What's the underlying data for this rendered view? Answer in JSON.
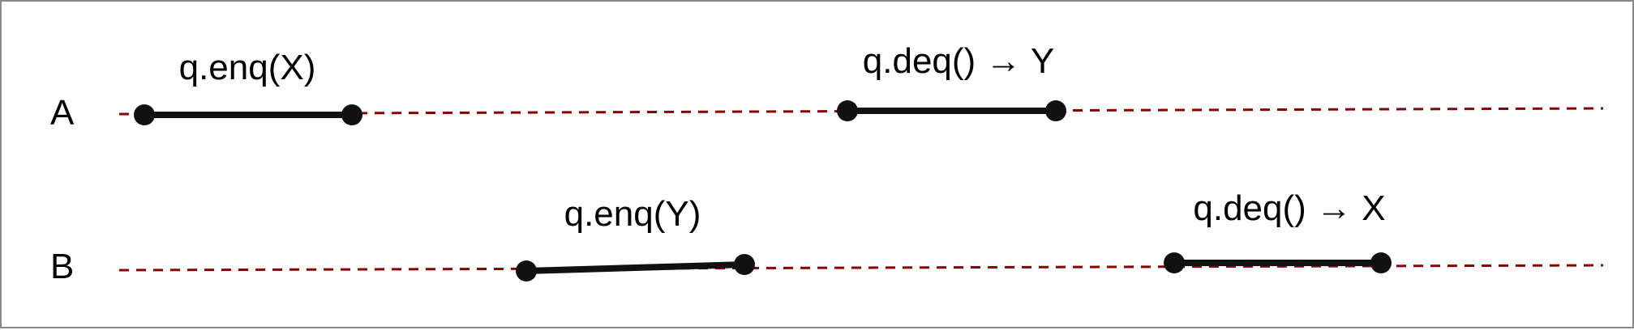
{
  "colors": {
    "timeline": "#8b0000",
    "interval": "#111111",
    "text": "#000000",
    "border": "#8a8a8a"
  },
  "threads": [
    {
      "label": "A",
      "operations": [
        {
          "label": "q.enq(X)"
        },
        {
          "label": "q.deq() → Y"
        }
      ]
    },
    {
      "label": "B",
      "operations": [
        {
          "label": "q.enq(Y)"
        },
        {
          "label": "q.deq() → X"
        }
      ]
    }
  ]
}
